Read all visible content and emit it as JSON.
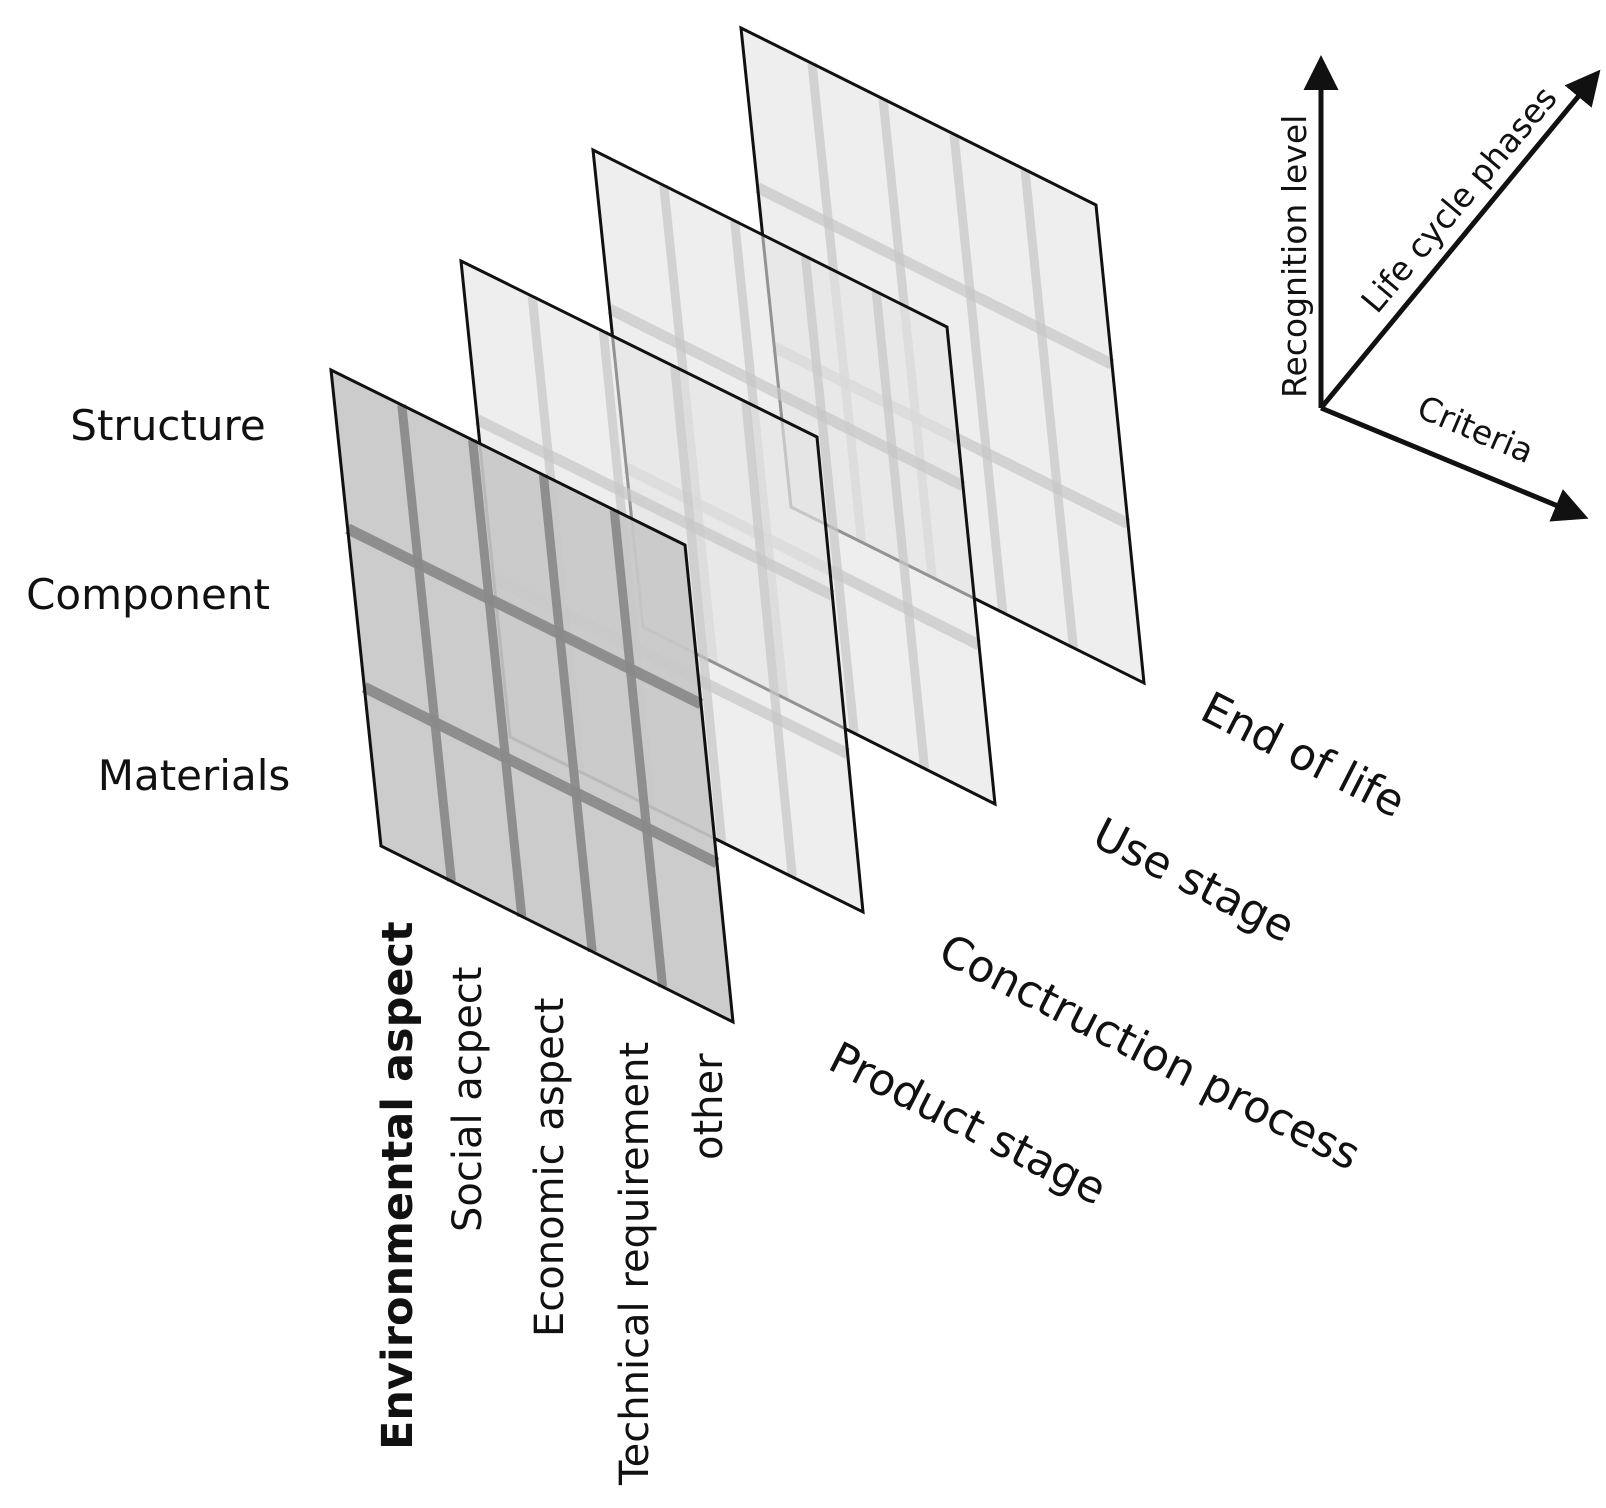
{
  "levels": [
    "Structure",
    "Component",
    "Materials"
  ],
  "criteria": [
    "Environmental aspect",
    "Social acpect",
    "Economic aspect",
    "Technical requirement",
    "other"
  ],
  "phases": [
    "Product stage",
    "Conctruction process",
    "Use stage",
    "End of life"
  ],
  "axes": {
    "vertical": "Recognition level",
    "diagonal": "Life cycle phases",
    "horizontal": "Criteria"
  },
  "colors": {
    "panel_front": "#c8c8c8",
    "panel_back": "#e4e4e4",
    "grid_front": "#8a8a8a",
    "grid_back": "#c6c6c6",
    "edge": "#111111"
  }
}
